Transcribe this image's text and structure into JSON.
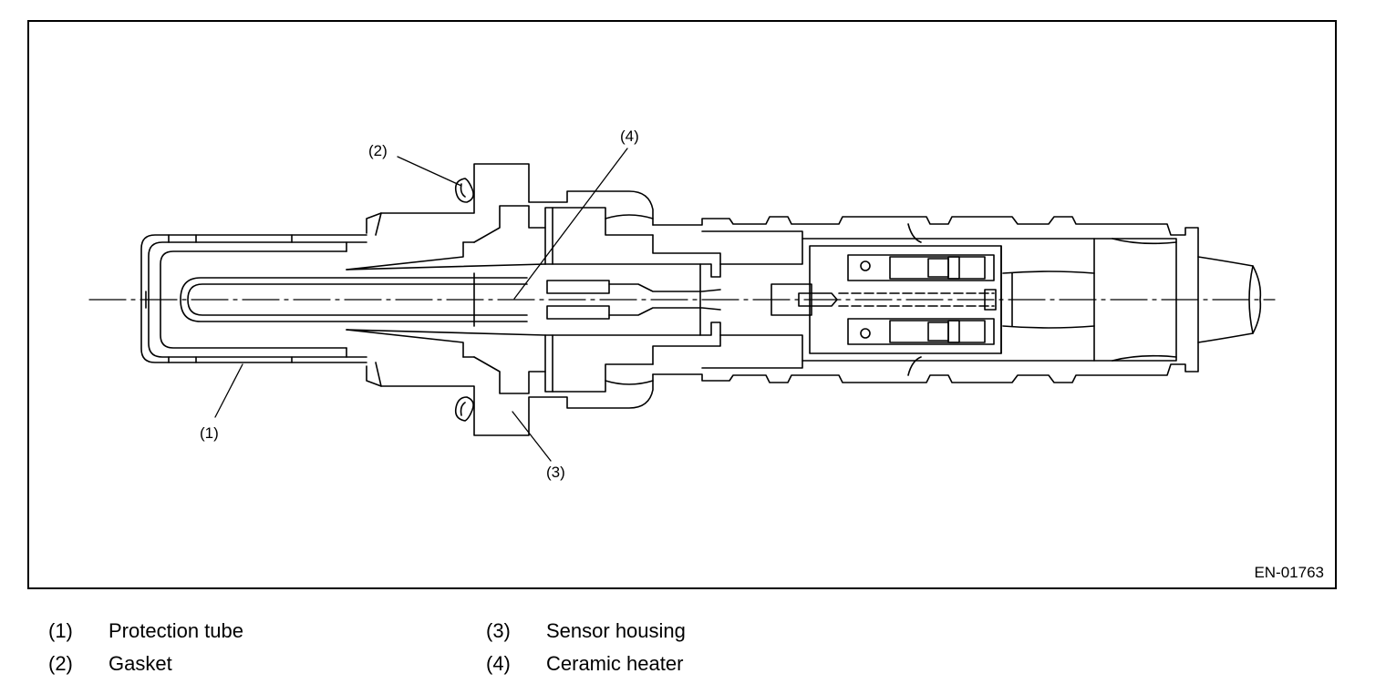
{
  "figure": {
    "code": "EN-01763",
    "callouts": {
      "c1": "(1)",
      "c2": "(2)",
      "c3": "(3)",
      "c4": "(4)"
    }
  },
  "legend": [
    {
      "num": "(1)",
      "label": "Protection tube"
    },
    {
      "num": "(2)",
      "label": "Gasket"
    },
    {
      "num": "(3)",
      "label": "Sensor housing"
    },
    {
      "num": "(4)",
      "label": "Ceramic heater"
    }
  ]
}
